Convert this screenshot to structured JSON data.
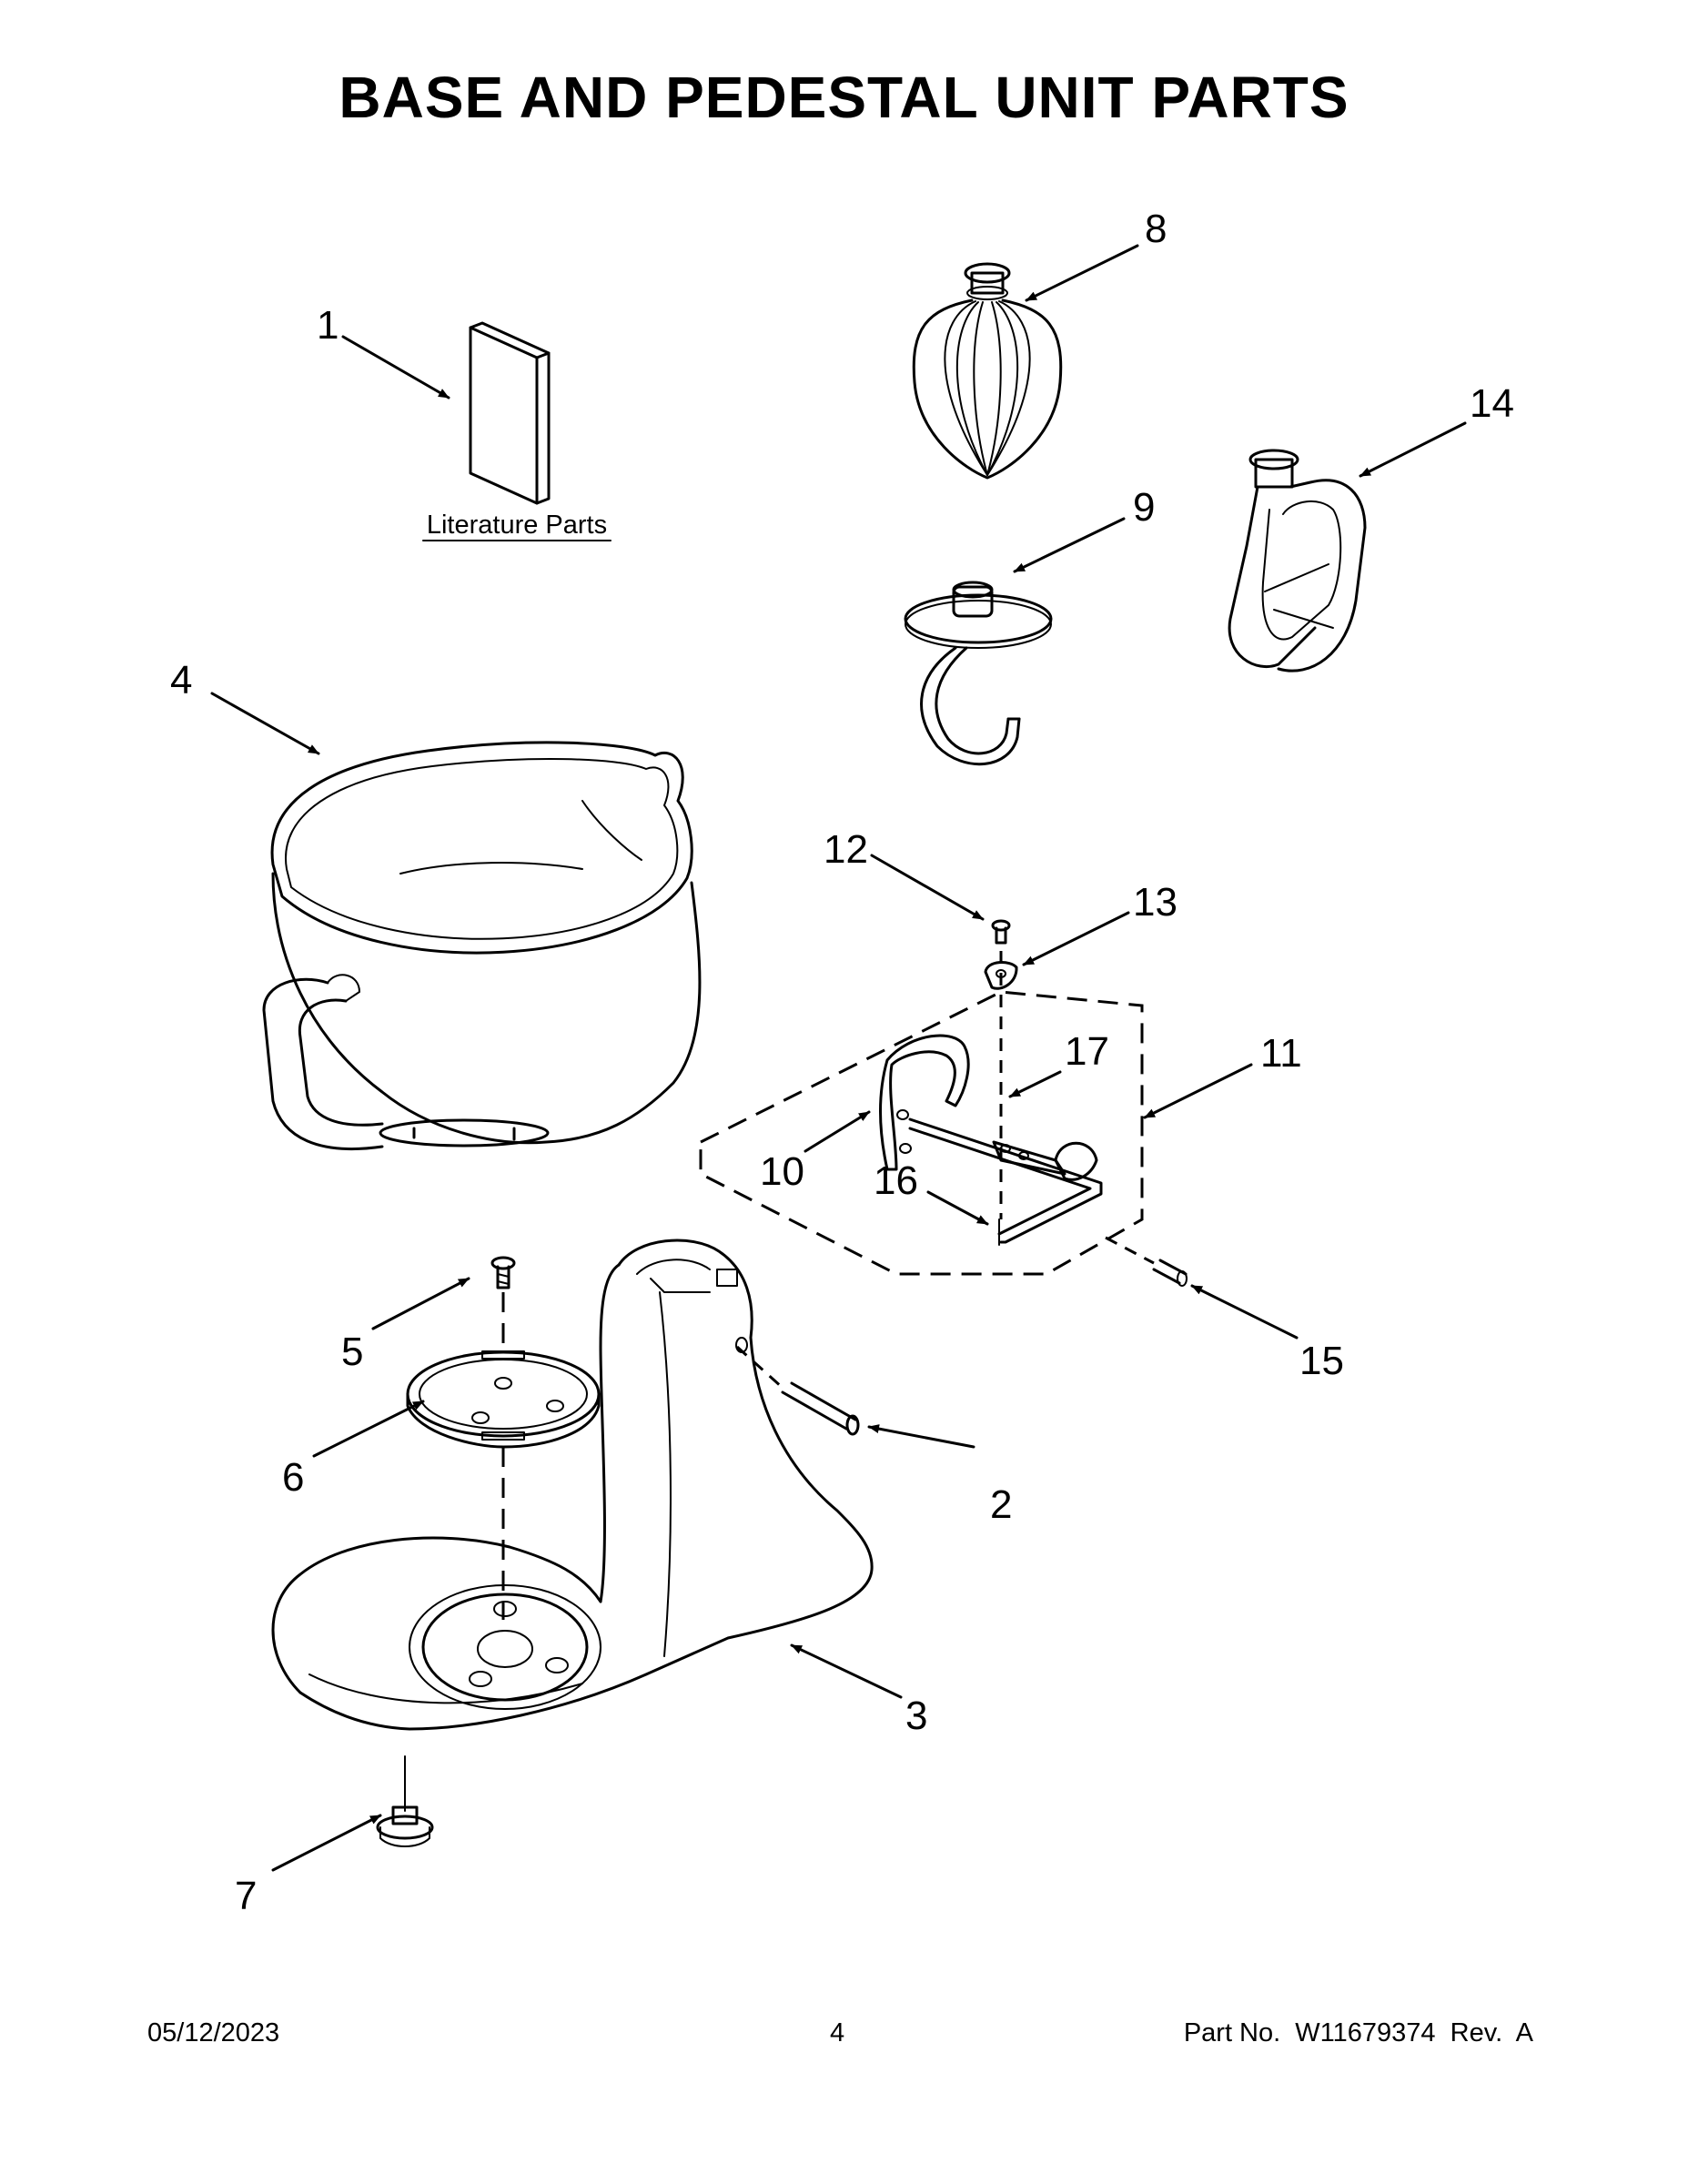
{
  "title": "BASE AND PEDESTAL UNIT PARTS",
  "literature_label": "Literature Parts",
  "callouts": [
    "1",
    "2",
    "3",
    "4",
    "5",
    "6",
    "7",
    "8",
    "9",
    "10",
    "11",
    "12",
    "13",
    "14",
    "15",
    "16",
    "17"
  ],
  "footer": {
    "date": "05/12/2023",
    "page": "4",
    "part": "Part No.  W11679374  Rev.  A"
  }
}
